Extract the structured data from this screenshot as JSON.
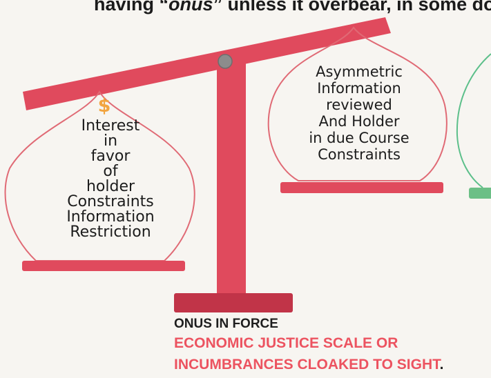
{
  "header": {
    "prefix": "having “",
    "emphasis": "onus",
    "suffix": "” unless it overbear, in some do"
  },
  "left_pan": {
    "symbol": "$",
    "lines": [
      "Interest",
      "in",
      "favor",
      "of",
      "holder",
      "Constraints",
      "Information",
      "Restriction"
    ]
  },
  "right_pan": {
    "lines": [
      "Asymmetric",
      "Information",
      "reviewed",
      "And Holder",
      "in due Course",
      "Constraints"
    ]
  },
  "caption": {
    "line1": "ONUS IN FORCE",
    "line2": "ECONOMIC JUSTICE SCALE OR",
    "line3": "INCUMBRANCES CLOAKED TO SIGHT",
    "period": "."
  },
  "colors": {
    "scale": "#e04a5d",
    "scale_dark": "#c13448",
    "pan_outline": "#e06a75",
    "third_pan_outline": "#5cbf8a",
    "third_pan_base": "#6cbf86",
    "pivot": "#8c8c8c",
    "caption_accent": "#ec5360",
    "dollar": "#f2a540"
  }
}
